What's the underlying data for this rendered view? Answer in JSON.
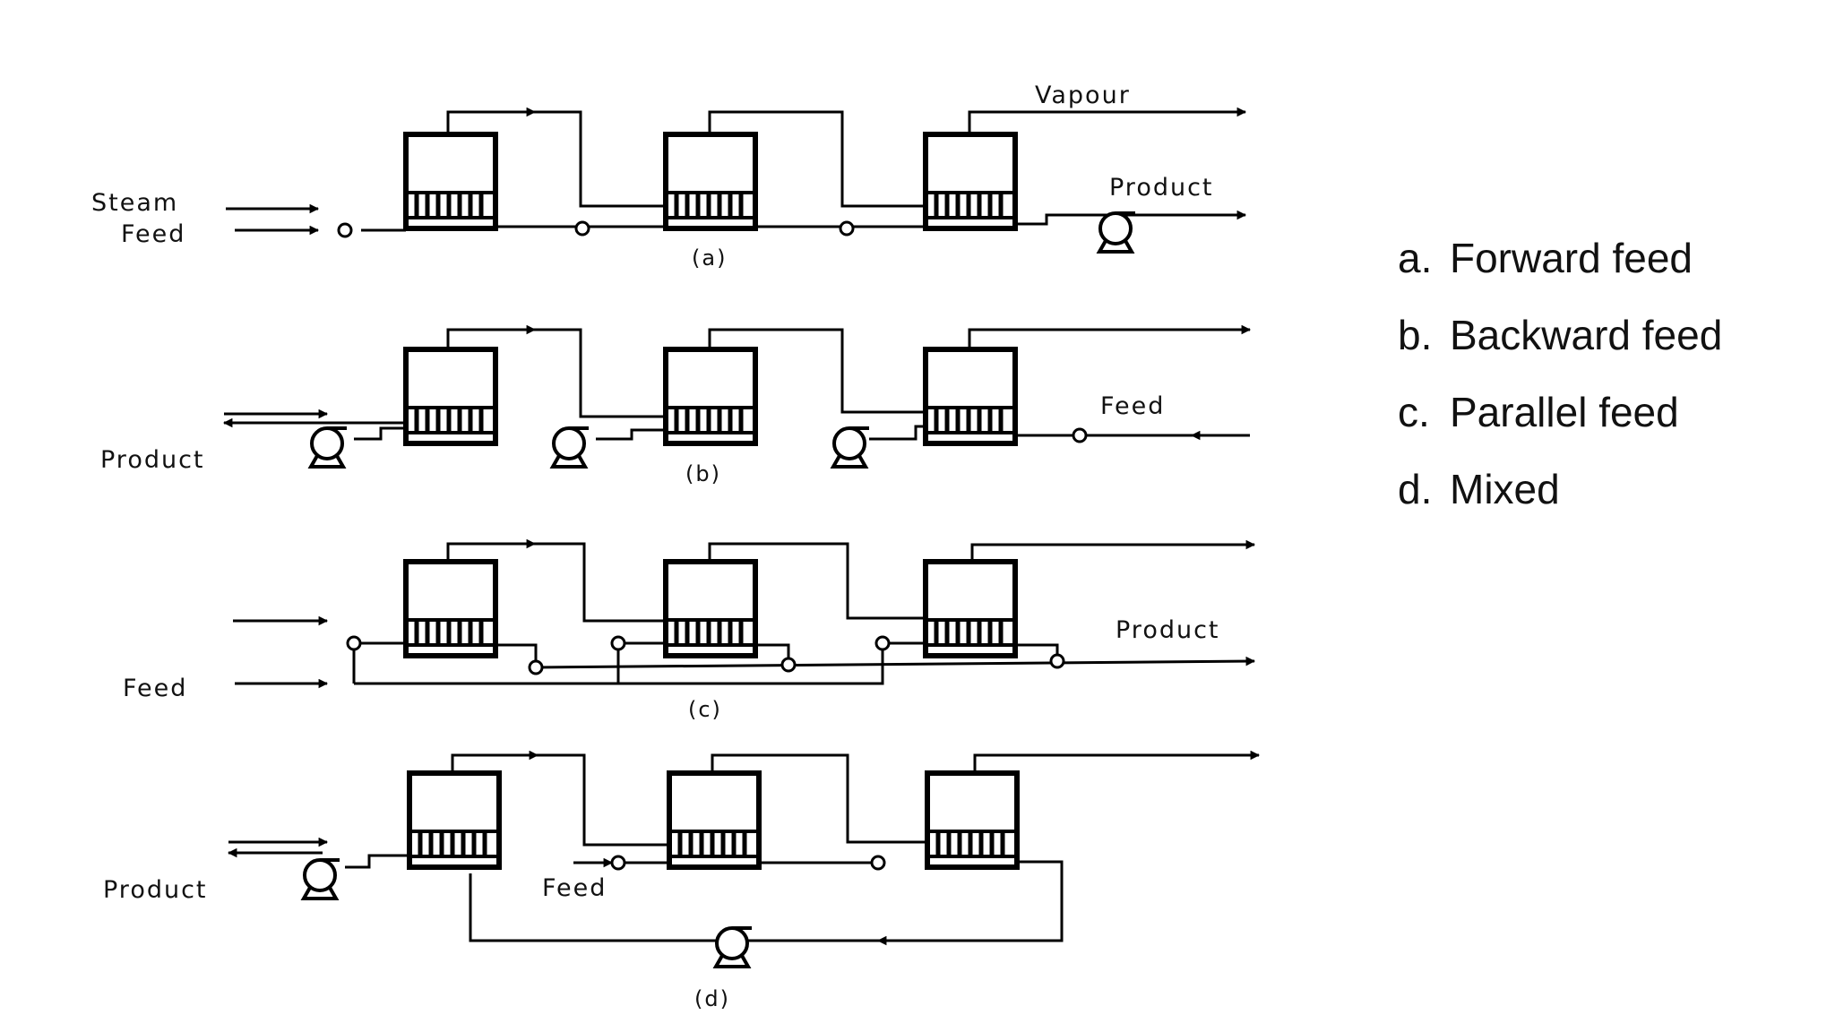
{
  "diagram": {
    "a": {
      "steam": "Steam",
      "feed": "Feed",
      "vapour": "Vapour",
      "product": "Product",
      "caption": "(a)"
    },
    "b": {
      "product": "Product",
      "feed": "Feed",
      "caption": "(b)"
    },
    "c": {
      "feed": "Feed",
      "product": "Product",
      "caption": "(c)"
    },
    "d": {
      "product": "Product",
      "feed": "Feed",
      "caption": "(d)"
    }
  },
  "legend": [
    {
      "letter": "a.",
      "label": "Forward feed"
    },
    {
      "letter": "b.",
      "label": "Backward feed"
    },
    {
      "letter": "c.",
      "label": "Parallel feed"
    },
    {
      "letter": "d.",
      "label": "Mixed"
    }
  ]
}
